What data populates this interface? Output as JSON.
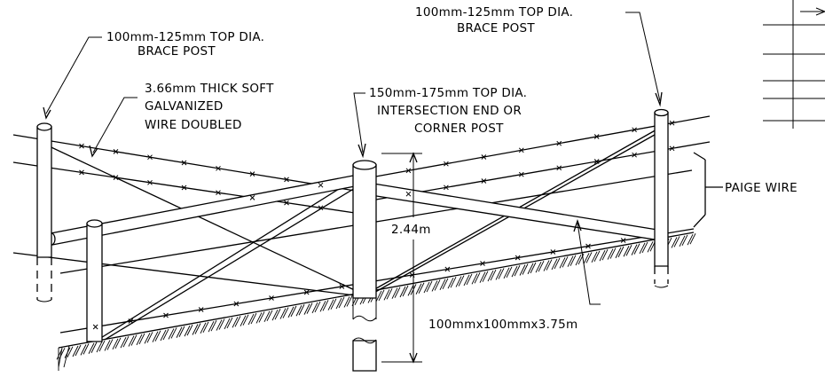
{
  "labels": {
    "brace_post_left_line1": "100mm-125mm TOP DIA.",
    "brace_post_left_line2": "BRACE POST",
    "brace_post_right_line1": "100mm-125mm TOP DIA.",
    "brace_post_right_line2": "BRACE POST",
    "wire_line1": "3.66mm THICK SOFT",
    "wire_line2": "GALVANIZED",
    "wire_line3": "WIRE DOUBLED",
    "corner_post_line1": "150mm-175mm TOP DIA.",
    "corner_post_line2": "INTERSECTION END OR",
    "corner_post_line3": "CORNER POST",
    "height_dimension": "2.44m",
    "paige_wire": "PAIGE WIRE",
    "brace_rail": "100mmx100mmx3.75m"
  }
}
